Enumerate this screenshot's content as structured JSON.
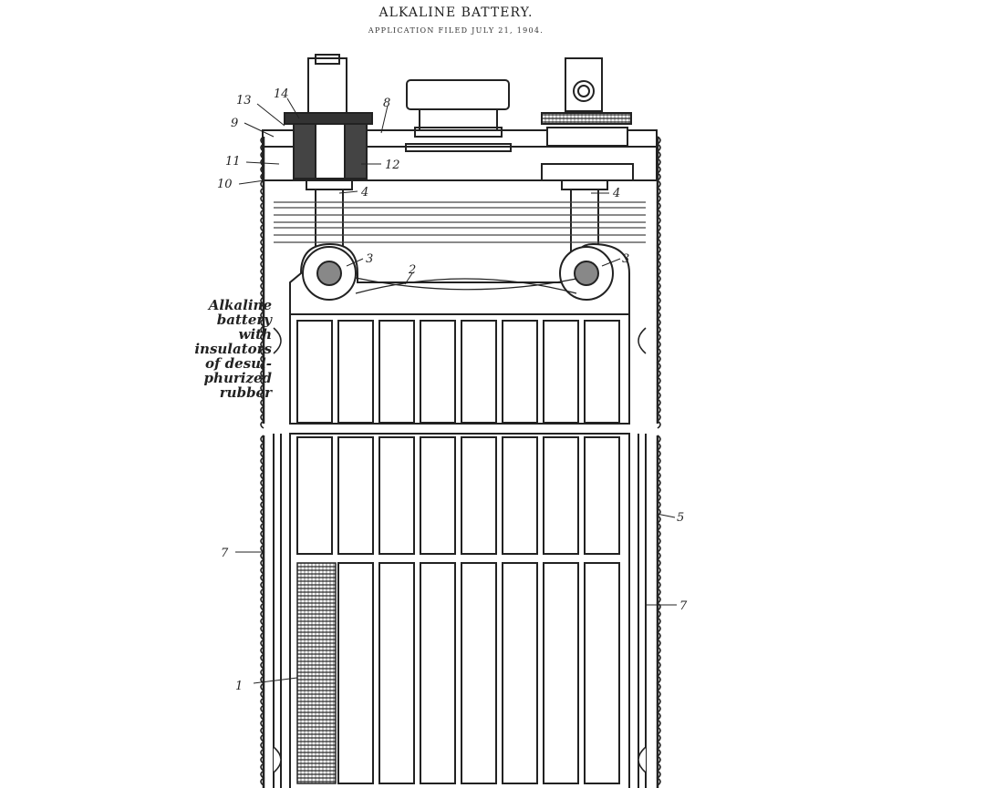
{
  "header": {
    "title": "ALKALINE BATTERY.",
    "subtitle": "APPLICATION FILED JULY 21, 1904."
  },
  "caption": {
    "lines": [
      "Alkaline",
      "battery",
      "with",
      "insulators",
      "of desul-",
      "phurized",
      "rubber"
    ]
  },
  "reference_numerals": [
    "13",
    "14",
    "9",
    "8",
    "11",
    "12",
    "10",
    "4",
    "4",
    "3",
    "3",
    "2",
    "5",
    "7",
    "7",
    "1"
  ],
  "colors": {
    "ink": "#222222",
    "paper": "#ffffff"
  }
}
